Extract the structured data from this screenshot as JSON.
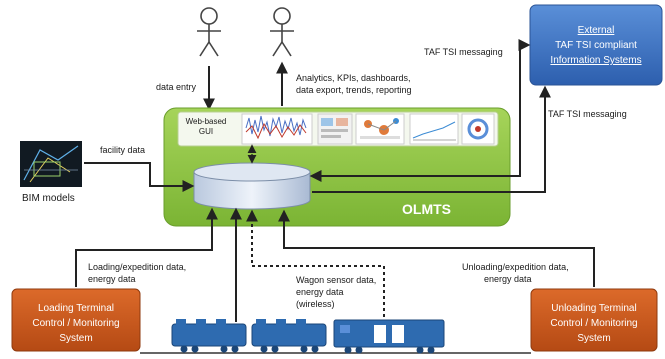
{
  "actors": [
    {
      "id": "user-left"
    },
    {
      "id": "user-right"
    }
  ],
  "external_box": {
    "lines": [
      "External",
      "TAF TSI compliant",
      "Information Systems"
    ]
  },
  "olmts": {
    "title": "OLMTS",
    "gui_label_1": "Web-based",
    "gui_label_2": "GUI"
  },
  "bim": {
    "label": "BIM models"
  },
  "loading_box": {
    "lines": [
      "Loading Terminal",
      "Control / Monitoring",
      "System"
    ]
  },
  "unloading_box": {
    "lines": [
      "Unloading Terminal",
      "Control / Monitoring",
      "System"
    ]
  },
  "labels": {
    "data_entry": "data entry",
    "analytics_1": "Analytics, KPIs, dashboards,",
    "analytics_2": "data export, trends, reporting",
    "taf_top": "TAF TSI messaging",
    "taf_right": "TAF TSI messaging",
    "facility": "facility data",
    "loading_1": "Loading/expedition data,",
    "loading_2": "energy data",
    "wagon_1": "Wagon sensor data,",
    "wagon_2": "energy data",
    "wagon_3": "(wireless)",
    "unloading_1": "Unloading/expedition data,",
    "unloading_2": "energy data"
  },
  "colors": {
    "olmts_green": "#8cc63f",
    "external_blue": "#3b73c4",
    "terminal_orange": "#c8571b",
    "wagon_blue": "#2e6bb0"
  }
}
